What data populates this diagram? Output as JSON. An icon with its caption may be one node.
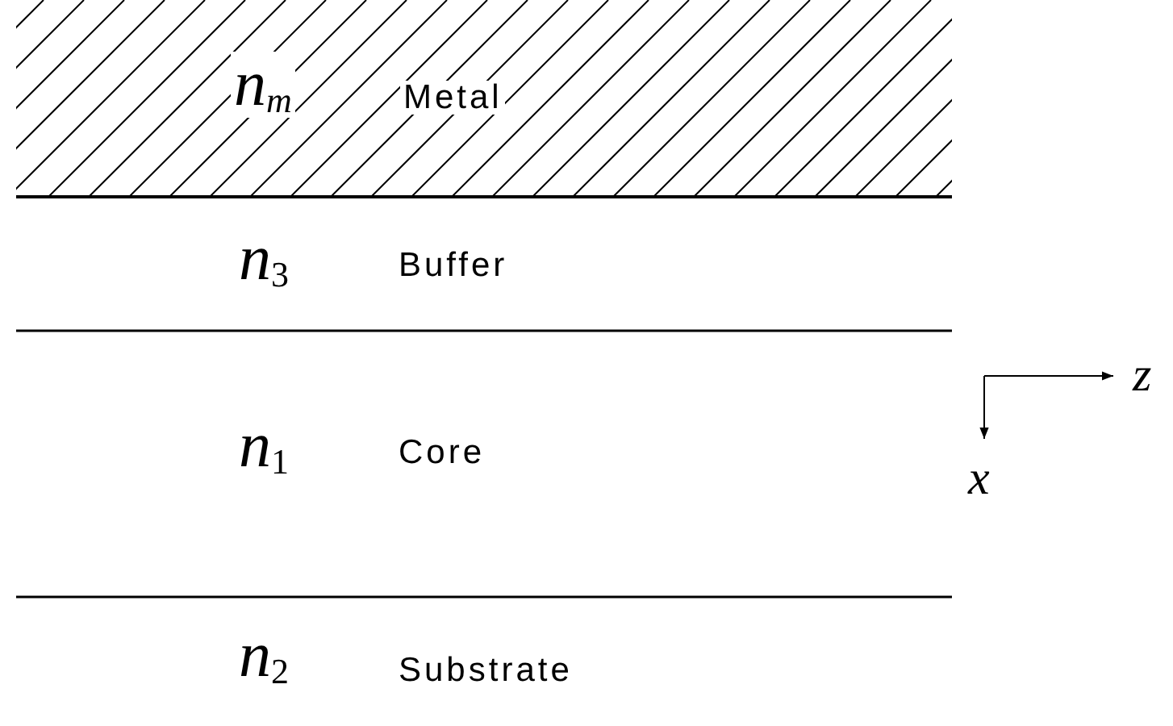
{
  "diagram": {
    "labels": [
      "n$_{m}$",
      "Metal",
      "*n*$_{3}$",
      "Buffer",
      "*n*$_{1}$",
      "Core",
      "*n*$_{2}$",
      "Substrate",
      "z",
      "x"
    ]
  }
}
